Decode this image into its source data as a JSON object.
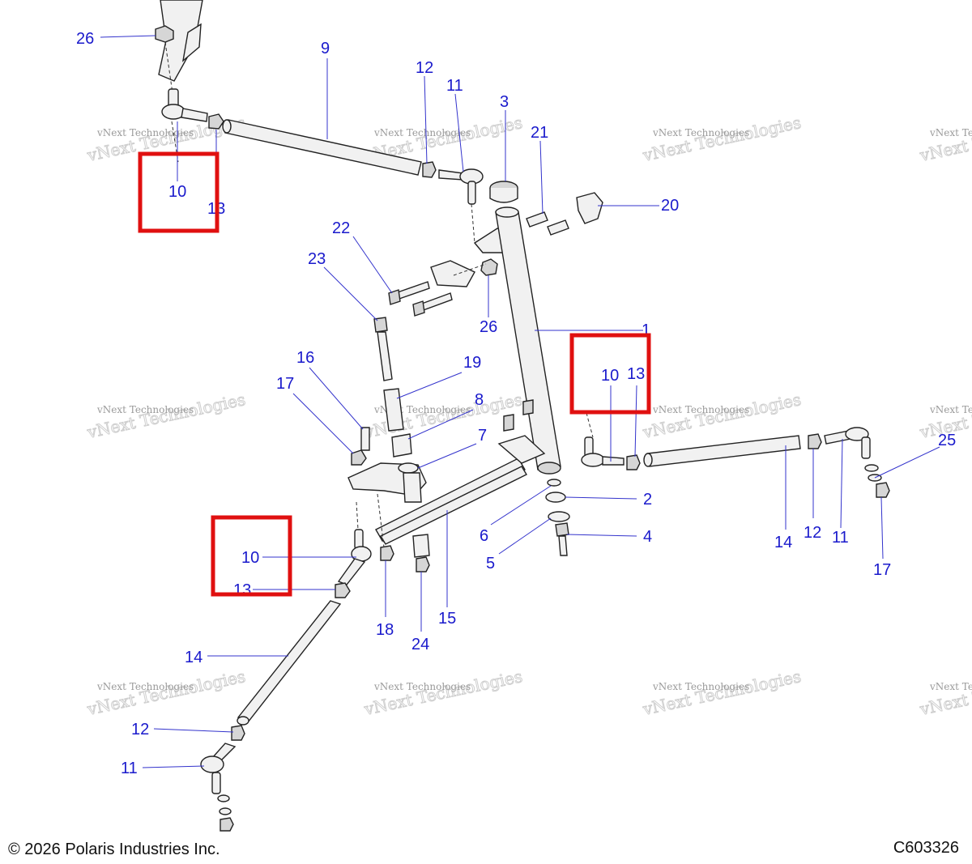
{
  "footer": {
    "copyright": "© 2026 Polaris Industries Inc.",
    "figure_id": "C603326"
  },
  "watermark": {
    "line1": "vNext Technologies",
    "line2": "vNext Technologies"
  },
  "callouts": [
    "26",
    "9",
    "12",
    "11",
    "3",
    "21",
    "20",
    "10",
    "13",
    "22",
    "23",
    "26",
    "1",
    "10",
    "13",
    "16",
    "19",
    "17",
    "8",
    "7",
    "25",
    "2",
    "6",
    "4",
    "5",
    "14",
    "12",
    "11",
    "17",
    "10",
    "13",
    "18",
    "24",
    "15",
    "14",
    "12",
    "11"
  ],
  "highlight_color": "#e01010",
  "callout_color": "#1a1acc"
}
